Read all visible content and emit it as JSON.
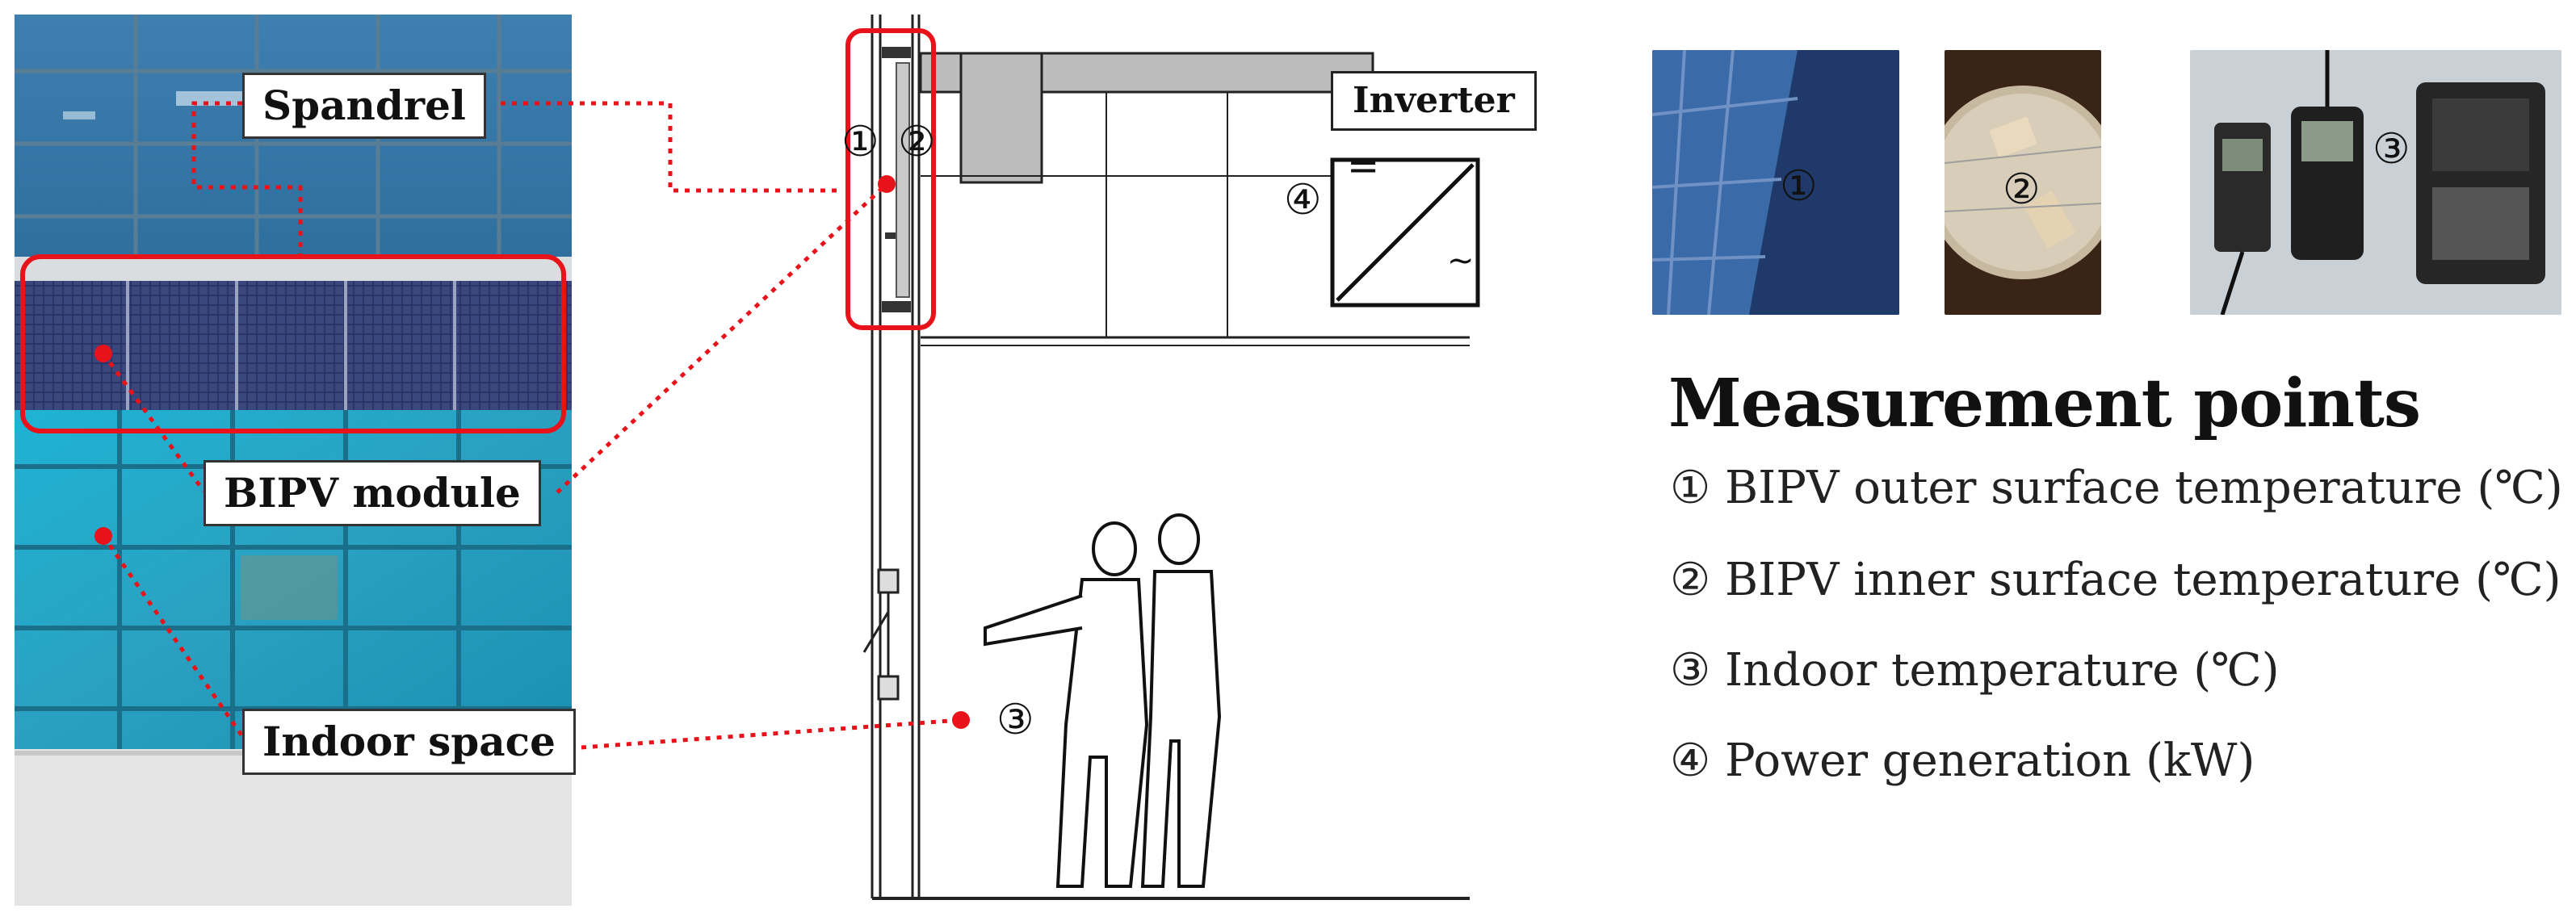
{
  "labels": {
    "spandrel": "Spandrel",
    "bipv_module": "BIPV module",
    "indoor_space": "Indoor space",
    "inverter": "Inverter"
  },
  "markers": {
    "m1": "①",
    "m2": "②",
    "m3": "③",
    "m4": "④"
  },
  "inverter_symbols": {
    "dc": "=",
    "ac": "~"
  },
  "measurement": {
    "title": "Measurement points",
    "items": [
      "① BIPV outer surface temperature (℃)",
      "② BIPV inner surface temperature (℃)",
      "③ Indoor temperature (℃)",
      "④ Power generation (kW)"
    ]
  },
  "colors": {
    "highlight": "#e8121a",
    "glass": "#2aa9c6",
    "dark_glass": "#2d3f6b",
    "concrete": "#e6e6e6"
  }
}
